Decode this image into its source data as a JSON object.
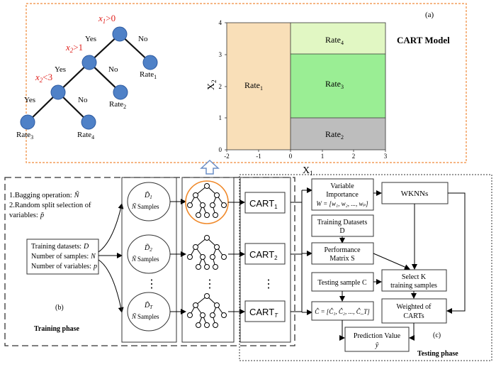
{
  "top_panel": {
    "label": "(a)",
    "model_title": "CART Model",
    "tree": {
      "split1": {
        "var": "x",
        "sub": "1",
        "op": ">0"
      },
      "split2": {
        "var": "x",
        "sub": "2",
        "op": ">1"
      },
      "split3": {
        "var": "x",
        "sub": "2",
        "op": "<3"
      },
      "yes": "Yes",
      "no": "No",
      "leaves": [
        {
          "text": "Rate",
          "sub": "1"
        },
        {
          "text": "Rate",
          "sub": "2"
        },
        {
          "text": "Rate",
          "sub": "3"
        },
        {
          "text": "Rate",
          "sub": "4"
        }
      ]
    },
    "partition_chart": {
      "xlabel": "X",
      "xlabel_sub": "1",
      "ylabel": "X",
      "ylabel_sub": "2",
      "xticks": [
        "-2",
        "-1",
        "0",
        "1",
        "2",
        "3"
      ],
      "yticks": [
        "0",
        "1",
        "2",
        "3",
        "4"
      ],
      "regions": [
        {
          "label": "Rate",
          "sub": "1",
          "color": "#f9dfb8"
        },
        {
          "label": "Rate",
          "sub": "2",
          "color": "#bdbdbd"
        },
        {
          "label": "Rate",
          "sub": "3",
          "color": "#9aee94"
        },
        {
          "label": "Rate",
          "sub": "4",
          "color": "#e1f7c3"
        }
      ]
    }
  },
  "bottom_left": {
    "label": "(b)",
    "phase": "Training phase",
    "bagging_line1": "1.Bagging operation:",
    "bagging_line1_sym": "Ñ",
    "bagging_line2": "2.Random split selection of",
    "bagging_line3": "variables:",
    "bagging_line3_sym": "p̃",
    "data_box": [
      {
        "text": "Training datasets:",
        "sym": "D"
      },
      {
        "text": "Number of samples:",
        "sym": "N"
      },
      {
        "text": "Number of variables:",
        "sym": "p"
      }
    ],
    "samples": [
      {
        "d": "D̃",
        "sub": "1",
        "n": "Ñ",
        "label": "Samples"
      },
      {
        "d": "D̃",
        "sub": "2",
        "n": "Ñ",
        "label": "Samples"
      },
      {
        "d": "D̃",
        "sub": "T",
        "n": "Ñ",
        "label": "Samples"
      }
    ],
    "dots": "⋮",
    "carts": [
      {
        "text": "CART",
        "sub": "1"
      },
      {
        "text": "CART",
        "sub": "2"
      },
      {
        "text": "CART",
        "sub": "T"
      }
    ]
  },
  "bottom_right": {
    "label": "(c)",
    "phase": "Testing phase",
    "var_importance": [
      "Variable",
      "Importance"
    ],
    "w_vector": "W = [w₁, w₂, ..., wₚ]",
    "wknns": "WKNNs",
    "training_datasets": [
      "Training Datasets",
      "D"
    ],
    "performance": [
      "Performance",
      "Matrix S"
    ],
    "testing_sample": "Testing sample C",
    "select_k": [
      "Select K",
      "training samples"
    ],
    "c_vector": "Ĉ = [Ĉ₁, Ĉ₂, ..., Ĉ_T]",
    "weighted": [
      "Weighted of",
      "CARTs"
    ],
    "prediction": [
      "Prediction Value",
      "ŷ"
    ]
  }
}
